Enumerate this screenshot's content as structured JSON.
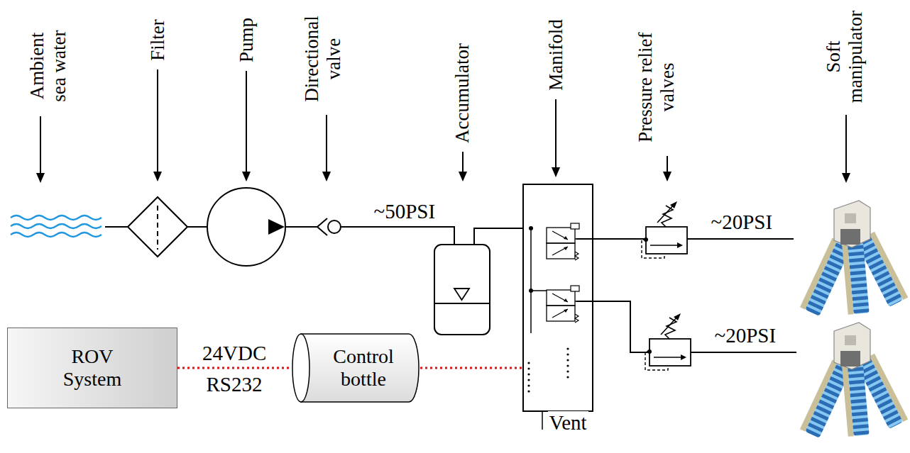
{
  "diagram": {
    "nodes": [
      {
        "text": [
          "ROV System"
        ]
      },
      {
        "text": [
          "Control bottle"
        ]
      }
    ],
    "edges": [
      {
        "from": 0,
        "to": 1,
        "arrow": "none",
        "label": "24VDC"
      }
    ],
    "labels": [
      "Ambient sea water",
      "Filter",
      "Pump",
      "Directional valve",
      "Accumulator",
      "Manifold",
      "Pressure relief valves",
      "Soft manipulator",
      "~50PSI",
      "~20PSI",
      "~20PSI",
      "RS232",
      "Vent"
    ]
  }
}
